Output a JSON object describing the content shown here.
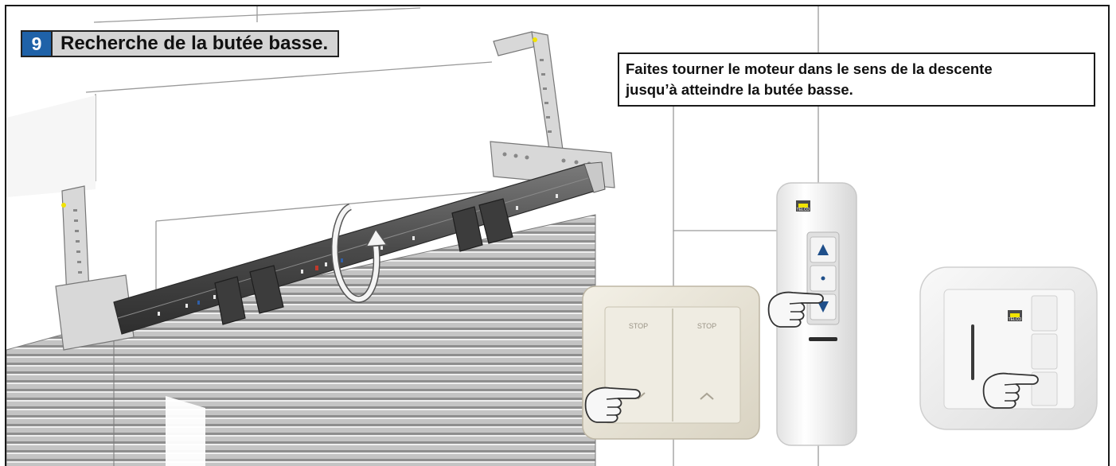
{
  "step": {
    "number": "9",
    "title": "Recherche de la butée basse."
  },
  "instruction": {
    "line1": "Faites tourner le moteur dans le sens de la descente",
    "line2": "jusqu’à atteindre la butée basse."
  },
  "wall_switch": {
    "left_label": "STOP",
    "right_label": "STOP"
  },
  "remote": {
    "brand": "TELCO"
  },
  "wireless_switch": {
    "brand": "TELCO"
  },
  "colors": {
    "step_number_bg": "#1f62a8",
    "header_bg": "#d4d4d4",
    "tube": "#4e4e4e",
    "slat": "#bdbdbd"
  },
  "icons": [
    "rotation-arrow-icon",
    "pointing-hand-icon",
    "up-arrow-icon",
    "down-arrow-icon",
    "stop-dot-icon"
  ]
}
